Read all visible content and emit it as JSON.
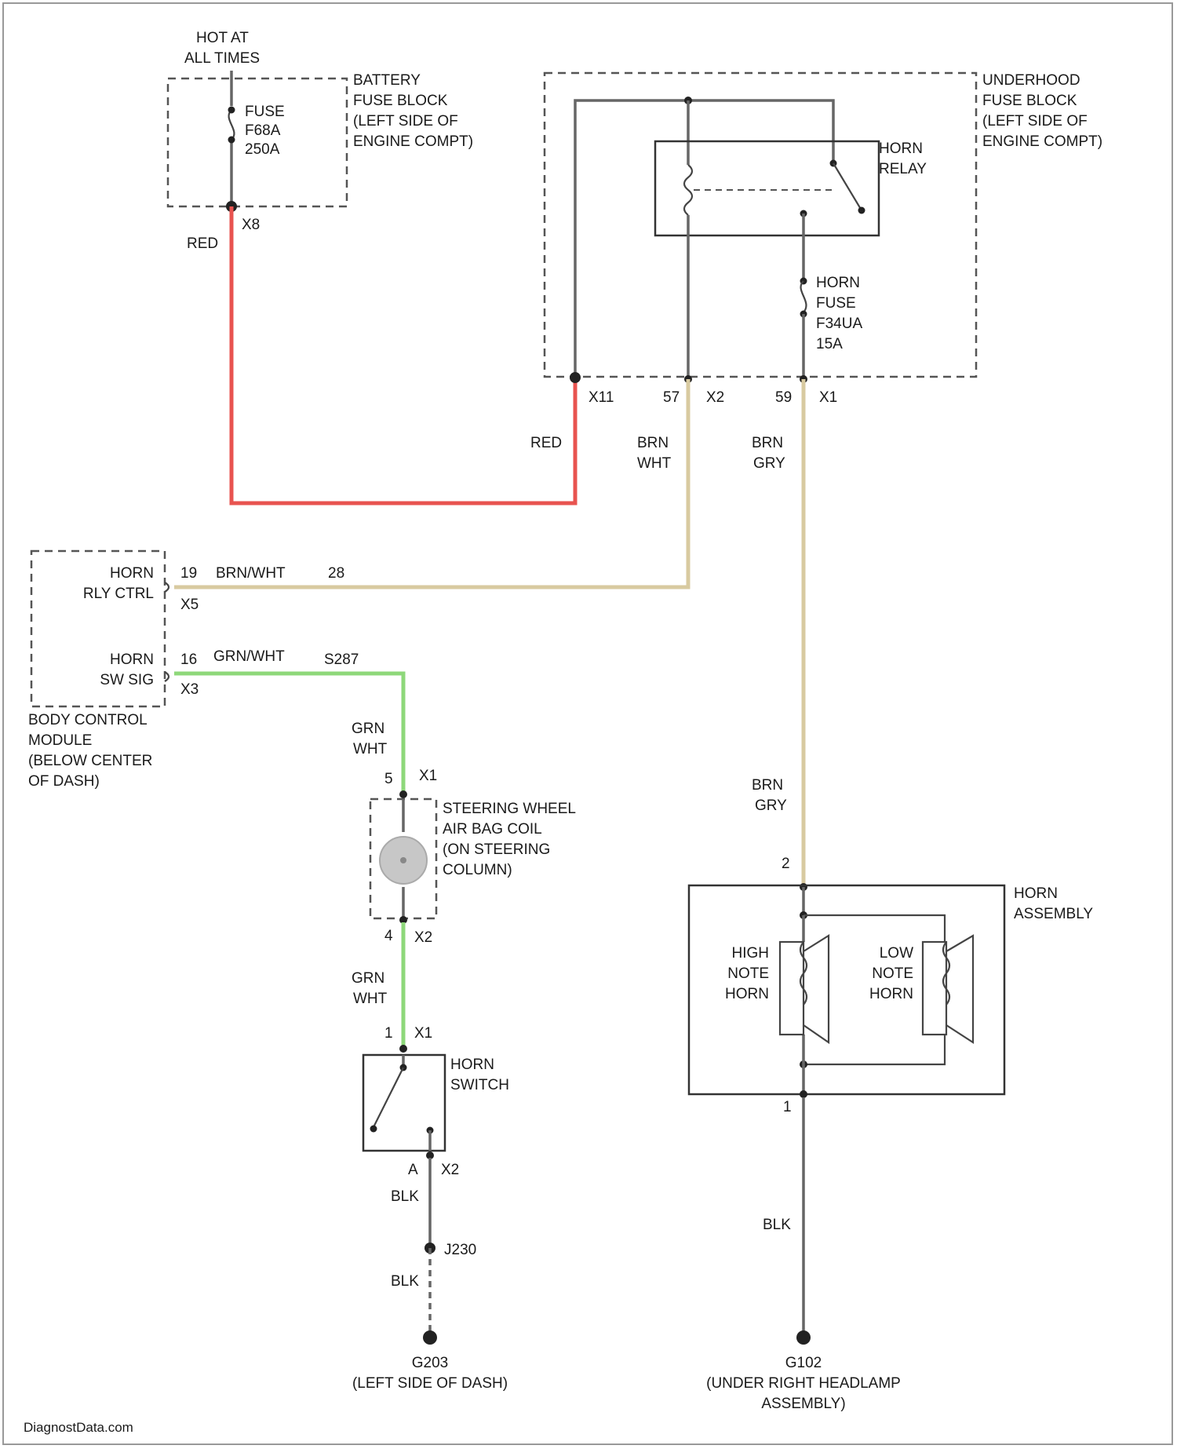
{
  "power": {
    "line1": "HOT AT",
    "line2": "ALL TIMES"
  },
  "battery_fuse_block": {
    "lines": [
      "BATTERY",
      "FUSE BLOCK",
      "(LEFT SIDE OF",
      "ENGINE COMPT)"
    ],
    "fuse_lines": [
      "FUSE",
      "F68A",
      "250A"
    ],
    "connector": "X8"
  },
  "underhood_fuse_block": {
    "lines": [
      "UNDERHOOD",
      "FUSE BLOCK",
      "(LEFT SIDE OF",
      "ENGINE COMPT)"
    ],
    "relay_lines": [
      "HORN",
      "RELAY"
    ],
    "fuse_lines": [
      "HORN",
      "FUSE",
      "F34UA",
      "15A"
    ],
    "connectors": {
      "x11": "X11",
      "p57": "57",
      "x2": "X2",
      "p59": "59",
      "x1": "X1"
    }
  },
  "wires": {
    "red1": "RED",
    "red2": "RED",
    "brn_wht": [
      "BRN",
      "WHT"
    ],
    "brn_gry_top": [
      "BRN",
      "GRY"
    ],
    "brn_gry_bottom": [
      "BRN",
      "GRY"
    ],
    "bcm_wire1": "BRN/WHT",
    "bcm_wire1_pin": "28",
    "bcm_wire2": "GRN/WHT",
    "bcm_wire2_splice": "S287",
    "grn_wht_top": [
      "GRN",
      "WHT"
    ],
    "grn_wht_bottom": [
      "GRN",
      "WHT"
    ],
    "blk1": "BLK",
    "blk2": "BLK",
    "blk_right": "BLK"
  },
  "bcm": {
    "input1": [
      "HORN",
      "RLY CTRL"
    ],
    "pin1": "19",
    "conn1": "X5",
    "input2": [
      "HORN",
      "SW SIG"
    ],
    "pin2": "16",
    "conn2": "X3",
    "name_lines": [
      "BODY CONTROL",
      "MODULE",
      "(BELOW CENTER",
      "OF DASH)"
    ]
  },
  "coil": {
    "lines": [
      "STEERING WHEEL",
      "AIR BAG COIL",
      "(ON STEERING",
      "COLUMN)"
    ],
    "top_pin": "5",
    "top_conn": "X1",
    "bottom_pin": "4",
    "bottom_conn": "X2"
  },
  "horn_switch": {
    "lines": [
      "HORN",
      "SWITCH"
    ],
    "top_pin": "1",
    "top_conn": "X1",
    "bottom_pin": "A",
    "bottom_conn": "X2",
    "splice": "J230"
  },
  "horn_assembly": {
    "lines": [
      "HORN",
      "ASSEMBLY"
    ],
    "high_lines": [
      "HIGH",
      "NOTE",
      "HORN"
    ],
    "low_lines": [
      "LOW",
      "NOTE",
      "HORN"
    ],
    "top_pin": "2",
    "bottom_pin": "1"
  },
  "grounds": {
    "left": {
      "name": "G203",
      "loc": "(LEFT SIDE OF DASH)"
    },
    "right": {
      "name": "G102",
      "loc_lines": [
        "(UNDER RIGHT HEADLAMP",
        "ASSEMBLY)"
      ]
    }
  },
  "watermark": "DiagnostData.com"
}
